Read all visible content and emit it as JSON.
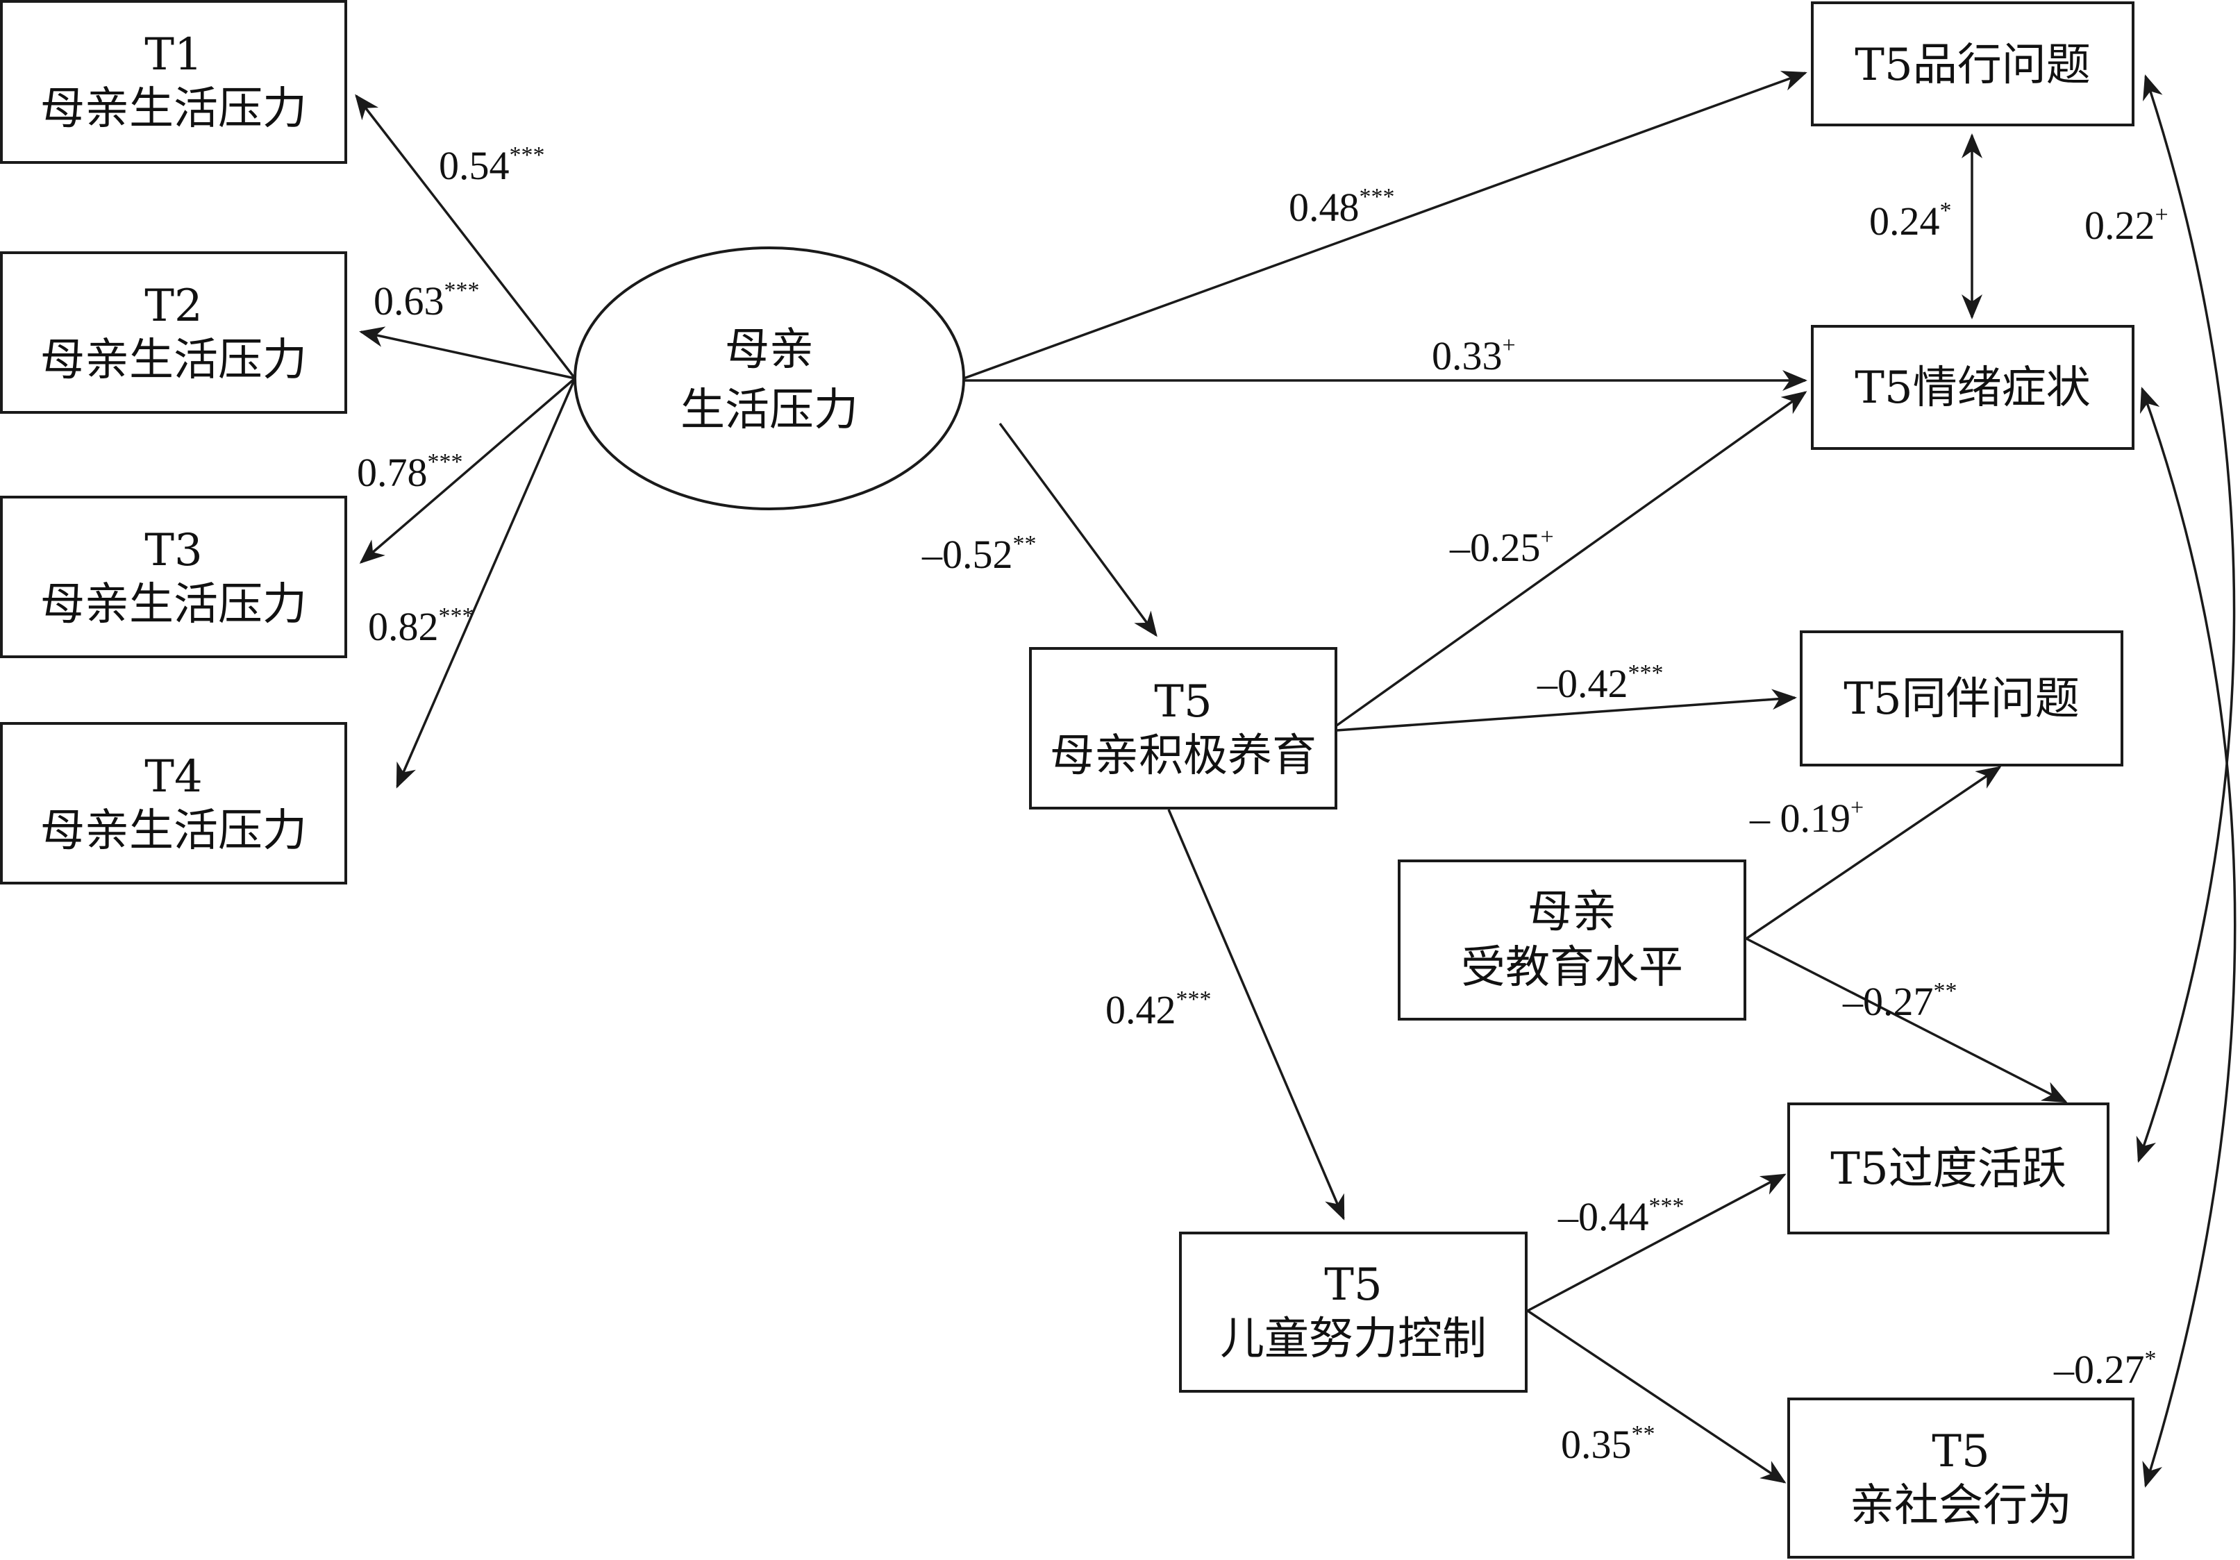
{
  "nodes": {
    "t1_stress": {
      "line1": "T1",
      "line2": "母亲生活压力"
    },
    "t2_stress": {
      "line1": "T2",
      "line2": "母亲生活压力"
    },
    "t3_stress": {
      "line1": "T3",
      "line2": "母亲生活压力"
    },
    "t4_stress": {
      "line1": "T4",
      "line2": "母亲生活压力"
    },
    "latent_stress": {
      "line1": "母亲",
      "line2": "生活压力"
    },
    "t5_positive_parenting": {
      "line1": "T5",
      "line2": "母亲积极养育"
    },
    "t5_effortful_control": {
      "line1": "T5",
      "line2": "儿童努力控制"
    },
    "maternal_education": {
      "line1": "母亲",
      "line2": "受教育水平"
    },
    "t5_conduct": {
      "line1": "T5品行问题"
    },
    "t5_emotional": {
      "line1": "T5情绪症状"
    },
    "t5_peer": {
      "line1": "T5同伴问题"
    },
    "t5_hyperactivity": {
      "line1": "T5过度活跃"
    },
    "t5_prosocial": {
      "line1": "T5",
      "line2": "亲社会行为"
    }
  },
  "edges": {
    "latent_to_t1": {
      "value": "0.54",
      "sig": "***"
    },
    "latent_to_t2": {
      "value": "0.63",
      "sig": "***"
    },
    "latent_to_t3": {
      "value": "0.78",
      "sig": "***"
    },
    "latent_to_t4": {
      "value": "0.82",
      "sig": "***"
    },
    "latent_to_conduct": {
      "value": "0.48",
      "sig": "***"
    },
    "latent_to_emotional": {
      "value": "0.33",
      "sig": "+"
    },
    "latent_to_parenting": {
      "value": "–0.52",
      "sig": "**"
    },
    "parenting_to_emotional": {
      "value": "–0.25",
      "sig": "+"
    },
    "parenting_to_peer": {
      "value": "–0.42",
      "sig": "***"
    },
    "parenting_to_control": {
      "value": "0.42",
      "sig": "***"
    },
    "education_to_peer": {
      "value": "– 0.19",
      "sig": "+"
    },
    "education_to_hyperactivity": {
      "value": "–0.27",
      "sig": "**"
    },
    "control_to_hyperactivity": {
      "value": "–0.44",
      "sig": "***"
    },
    "control_to_prosocial": {
      "value": "0.35",
      "sig": "**"
    },
    "conduct_emotional_cov": {
      "value": "0.24",
      "sig": "*"
    },
    "conduct_hyperactivity_cov": {
      "value": "0.22",
      "sig": "+"
    },
    "emotional_prosocial_cov": {
      "value": "–0.27",
      "sig": "*"
    }
  }
}
